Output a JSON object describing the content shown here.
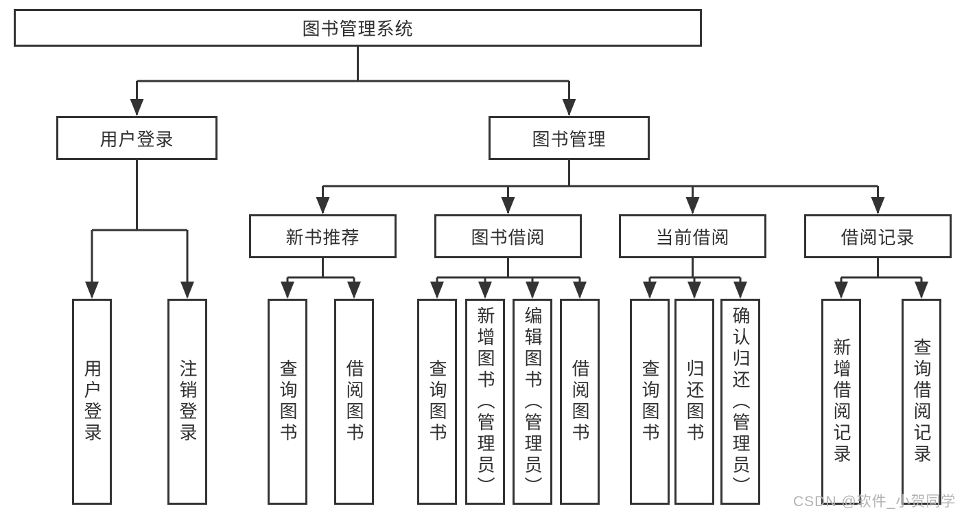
{
  "colors": {
    "line": "#333333",
    "box_border": "#333333",
    "box_background": "#ffffff",
    "text": "#2f2f2f",
    "watermark": "#b3b3b3",
    "page_background": "#ffffff"
  },
  "watermark": "CSDN @软件_小贺同学",
  "tree": {
    "label": "图书管理系统",
    "children": [
      {
        "label": "用户登录",
        "children": [
          {
            "label": "用户登录"
          },
          {
            "label": "注销登录"
          }
        ]
      },
      {
        "label": "图书管理",
        "children": [
          {
            "label": "新书推荐",
            "children": [
              {
                "label": "查询图书"
              },
              {
                "label": "借阅图书"
              }
            ]
          },
          {
            "label": "图书借阅",
            "children": [
              {
                "label": "查询图书"
              },
              {
                "label": "新增图书（管理员）"
              },
              {
                "label": "编辑图书（管理员）"
              },
              {
                "label": "借阅图书"
              }
            ]
          },
          {
            "label": "当前借阅",
            "children": [
              {
                "label": "查询图书"
              },
              {
                "label": "归还图书"
              },
              {
                "label": "确认归还（管理员）"
              }
            ]
          },
          {
            "label": "借阅记录",
            "children": [
              {
                "label": "新增借阅记录"
              },
              {
                "label": "查询借阅记录"
              }
            ]
          }
        ]
      }
    ]
  }
}
